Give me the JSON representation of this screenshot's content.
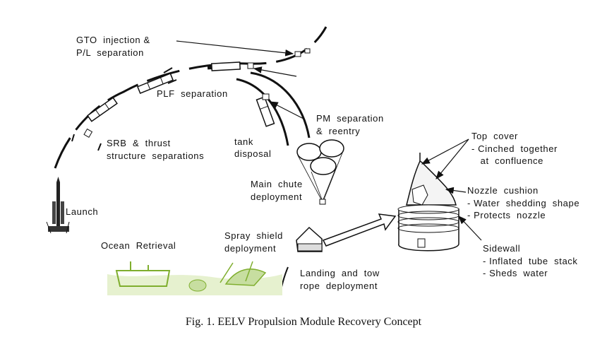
{
  "labels": {
    "gto": [
      "GTO  injection &",
      "P/L  separation"
    ],
    "plf": "PLF  separation",
    "srb": [
      "SRB  &  thrust",
      "structure  separations"
    ],
    "launch": "Launch",
    "tank": [
      "tank",
      "disposal"
    ],
    "pm_sep": [
      "PM  separation",
      "&  reentry"
    ],
    "main_chute": [
      "Main  chute",
      "deployment"
    ],
    "spray": [
      "Spray  shield",
      "deployment"
    ],
    "ocean": "Ocean  Retrieval",
    "landing": [
      "Landing  and  tow",
      "rope  deployment"
    ],
    "top_cover": [
      "Top  cover",
      "- Cinched  together",
      "   at  confluence"
    ],
    "nozzle": [
      "Nozzle  cushion",
      "- Water  shedding  shape",
      "- Protects  nozzle"
    ],
    "sidewall": [
      "Sidewall",
      "- Inflated  tube  stack",
      "- Sheds  water"
    ]
  },
  "caption": "Fig. 1. EELV Propulsion Module Recovery Concept",
  "colors": {
    "ink": "#111111",
    "ocean_green": "#7fae2e"
  }
}
